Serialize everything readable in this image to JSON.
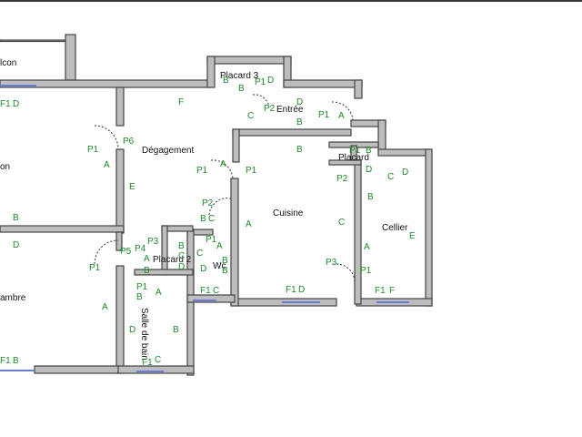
{
  "rooms": {
    "balcon": "lcon",
    "salon": "on",
    "chambre": "ambre",
    "degagement": "Dégagement",
    "placard3": "Placard 3",
    "entree": "Entrée",
    "placard": "Placard",
    "cuisine": "Cuisine",
    "cellier": "Cellier",
    "placard2": "Placard 2",
    "wc": "Wc",
    "sdb": "Salle de bain"
  },
  "tags": {
    "p1": "P1",
    "p2": "P2",
    "p3": "P3",
    "p4": "P4",
    "p5": "P5",
    "p6": "P6",
    "f": "F",
    "f1": "F1",
    "a": "A",
    "b": "B",
    "c": "C",
    "d": "D",
    "e": "E"
  }
}
